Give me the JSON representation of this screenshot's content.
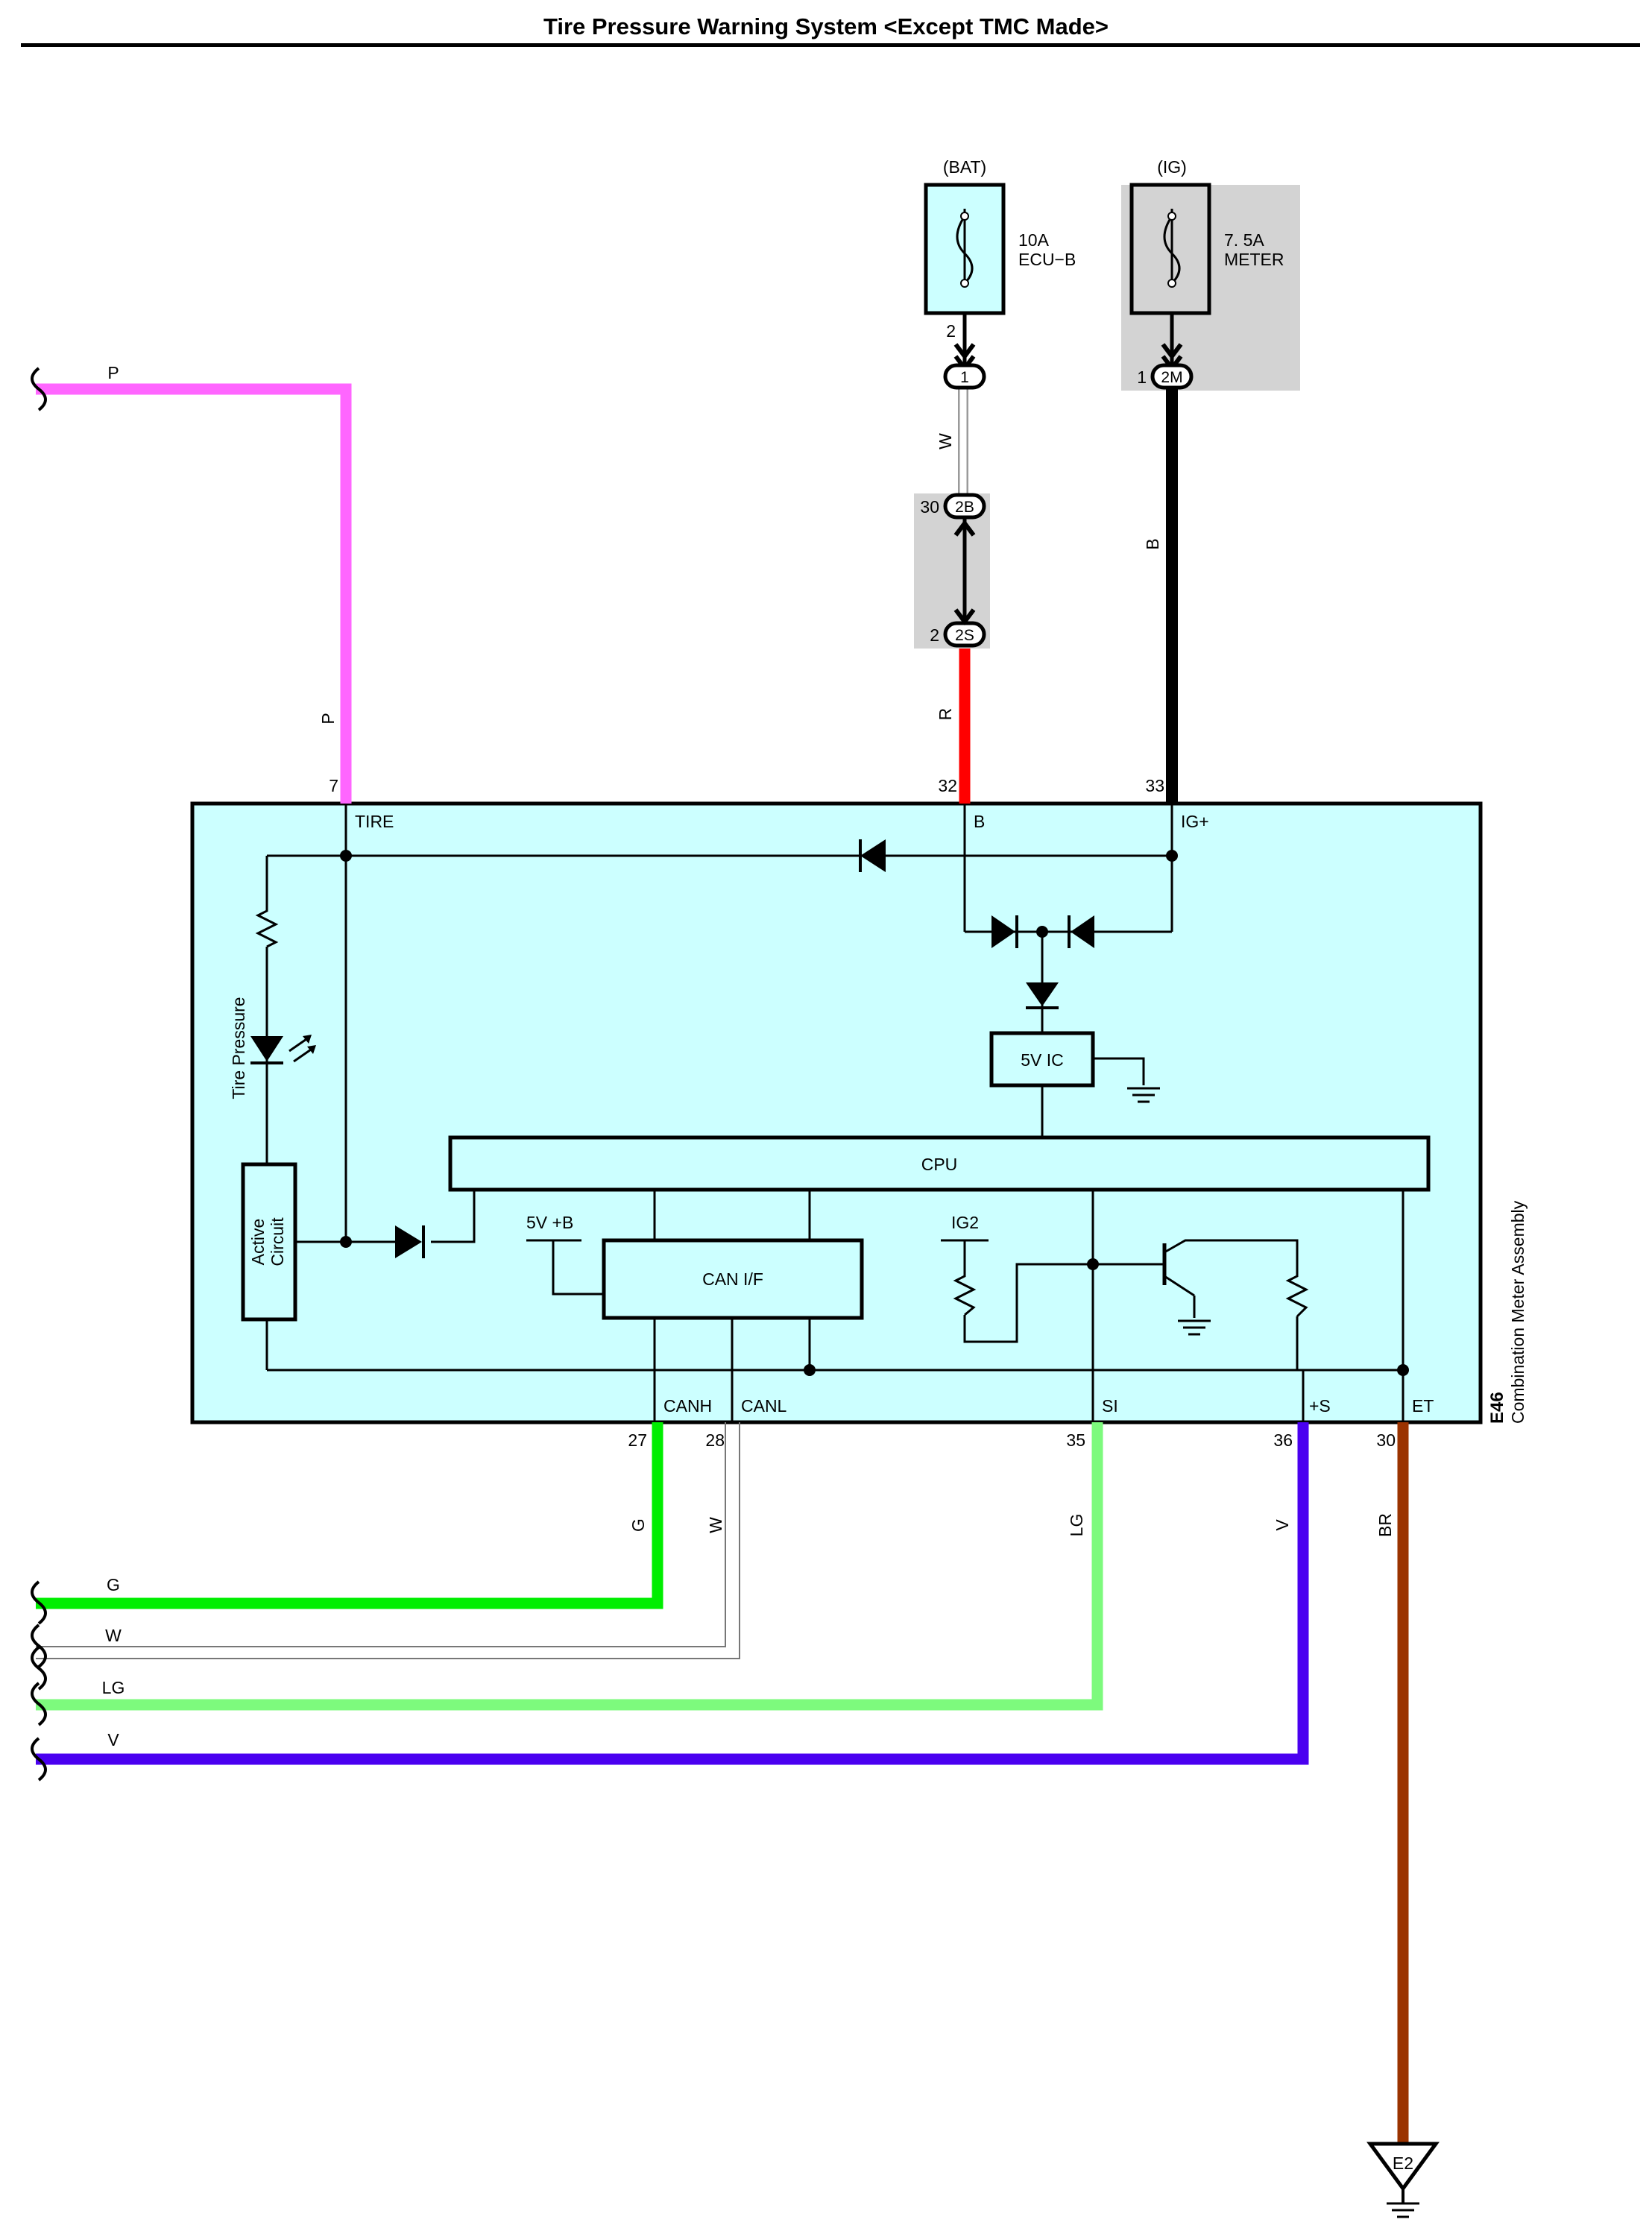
{
  "title": "Tire Pressure Warning System <Except TMC Made>",
  "fuses": {
    "bat": {
      "source": "(BAT)",
      "rating": "10A",
      "name": "ECU−B",
      "pin": "2",
      "connector": "1"
    },
    "ig": {
      "source": "(IG)",
      "rating": "7. 5A",
      "name": "METER",
      "pin": "1",
      "connector": "2M"
    }
  },
  "junction": {
    "top_pin": "30",
    "top_connector": "2B",
    "bottom_pin": "2",
    "bottom_connector": "2S"
  },
  "ecu": {
    "code": "E46",
    "name": "Combination Meter Assembly",
    "terminals": {
      "tire": "TIRE",
      "b": "B",
      "ig": "IG+",
      "canh": "CANH",
      "canl": "CANL",
      "si": "SI",
      "s": "+S",
      "et": "ET"
    },
    "pins": {
      "tire": "7",
      "b": "32",
      "ig": "33",
      "canh": "27",
      "canl": "28",
      "si": "35",
      "s": "36",
      "et": "30"
    },
    "blocks": {
      "ic": "5V IC",
      "cpu": "CPU",
      "can": "CAN I/F",
      "active_1": "Active",
      "active_2": "Circuit",
      "lamp": "Tire Pressure",
      "supply": "5V +B",
      "ig2": "IG2"
    }
  },
  "wires": {
    "p": {
      "label": "P",
      "color": "#ff66ff"
    },
    "w": {
      "label": "W",
      "color": "#a0a0a0"
    },
    "r": {
      "label": "R",
      "color": "#ff0000"
    },
    "b": {
      "label": "B",
      "color": "#000000"
    },
    "g": {
      "label": "G",
      "color": "#00ee00"
    },
    "lg": {
      "label": "LG",
      "color": "#7dfa7d"
    },
    "v": {
      "label": "V",
      "color": "#4a00f0"
    },
    "br": {
      "label": "BR",
      "color": "#9b3300"
    }
  },
  "ground": {
    "label": "E2"
  },
  "colors": {
    "module_fill": "#ccffff",
    "shade": "#d3d3d3",
    "fuse_fill": "#ccffff"
  }
}
